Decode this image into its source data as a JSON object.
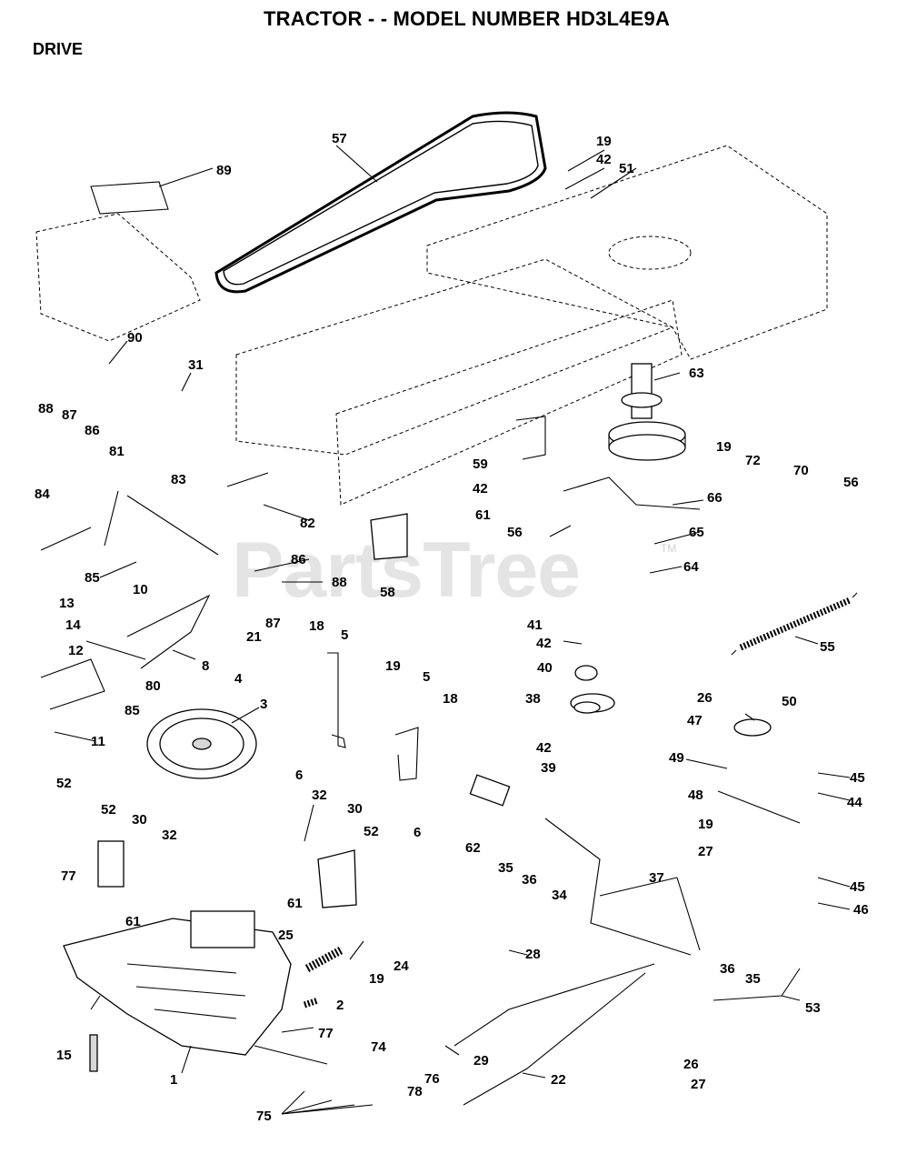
{
  "header": {
    "title": "TRACTOR - - MODEL NUMBER HD3L4E9A",
    "section": "DRIVE"
  },
  "watermark": {
    "text": "PartsTree",
    "trademark": "TM"
  },
  "callouts": [
    "57",
    "19",
    "42",
    "51",
    "89",
    "90",
    "31",
    "63",
    "88",
    "87",
    "86",
    "81",
    "83",
    "19",
    "72",
    "70",
    "56",
    "84",
    "82",
    "59",
    "42",
    "66",
    "61",
    "56",
    "65",
    "86",
    "58",
    "64",
    "85",
    "88",
    "10",
    "13",
    "87",
    "21",
    "14",
    "12",
    "8",
    "18",
    "5",
    "41",
    "55",
    "42",
    "19",
    "40",
    "4",
    "5",
    "80",
    "85",
    "18",
    "38",
    "26",
    "50",
    "47",
    "3",
    "11",
    "6",
    "42",
    "39",
    "49",
    "45",
    "6",
    "52",
    "48",
    "62",
    "44",
    "32",
    "30",
    "52",
    "30",
    "35",
    "36",
    "19",
    "52",
    "32",
    "34",
    "27",
    "45",
    "37",
    "46",
    "77",
    "61",
    "61",
    "25",
    "28",
    "24",
    "36",
    "35",
    "19",
    "2",
    "53",
    "77",
    "74",
    "26",
    "15",
    "29",
    "1",
    "78",
    "76",
    "22",
    "27",
    "75"
  ]
}
